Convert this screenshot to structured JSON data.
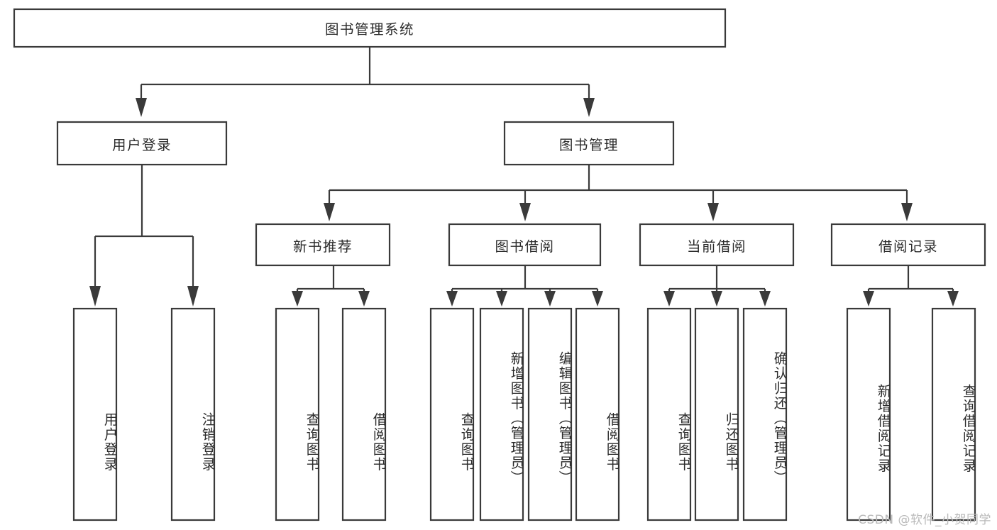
{
  "diagram": {
    "title": "图书管理系统",
    "type": "tree-hierarchy-diagram",
    "colors": {
      "box_stroke": "#3a3a3a",
      "box_fill": "#ffffff",
      "connector": "#3a3a3a",
      "text": "#2b2b2b",
      "background": "#ffffff",
      "watermark": "#b9b9b9"
    },
    "root": {
      "label": "图书管理系统"
    },
    "level2": [
      {
        "label": "用户登录"
      },
      {
        "label": "图书管理"
      }
    ],
    "level3": [
      {
        "label": "新书推荐"
      },
      {
        "label": "图书借阅"
      },
      {
        "label": "当前借阅"
      },
      {
        "label": "借阅记录"
      }
    ],
    "leaves": {
      "user_login": [
        {
          "label": "用户登录"
        },
        {
          "label": "注销登录"
        }
      ],
      "new_book_recommend": [
        {
          "label": "查询图书"
        },
        {
          "label": "借阅图书"
        }
      ],
      "book_borrow": [
        {
          "label": "查询图书"
        },
        {
          "label": "新增图书（管理员）"
        },
        {
          "label": "编辑图书（管理员）"
        },
        {
          "label": "借阅图书"
        }
      ],
      "current_borrow": [
        {
          "label": "查询图书"
        },
        {
          "label": "归还图书"
        },
        {
          "label": "确认归还（管理员）"
        }
      ],
      "borrow_record": [
        {
          "label": "新增借阅记录"
        },
        {
          "label": "查询借阅记录"
        }
      ]
    }
  },
  "watermark": {
    "text": "CSDN @软件_小贺同学"
  }
}
